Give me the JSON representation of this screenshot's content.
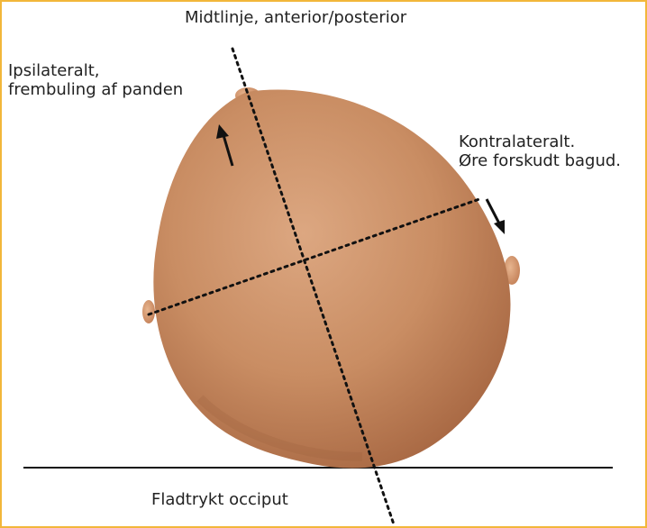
{
  "labels": {
    "midline": "Midtlinje, anterior/posterior",
    "ipsilateral_line1": "Ipsilateralt,",
    "ipsilateral_line2": "frembuling af panden",
    "contralateral_line1": "Kontralateralt.",
    "contralateral_line2": "Øre forskudt bagud.",
    "occiput": "Fladtrykt occiput"
  },
  "colors": {
    "frame_border": "#f2b73a",
    "head_light": "#dca781",
    "head_mid": "#c98d63",
    "head_dark": "#a86843",
    "ear": "#d89a70",
    "text": "#222222",
    "lines": "#111111"
  }
}
